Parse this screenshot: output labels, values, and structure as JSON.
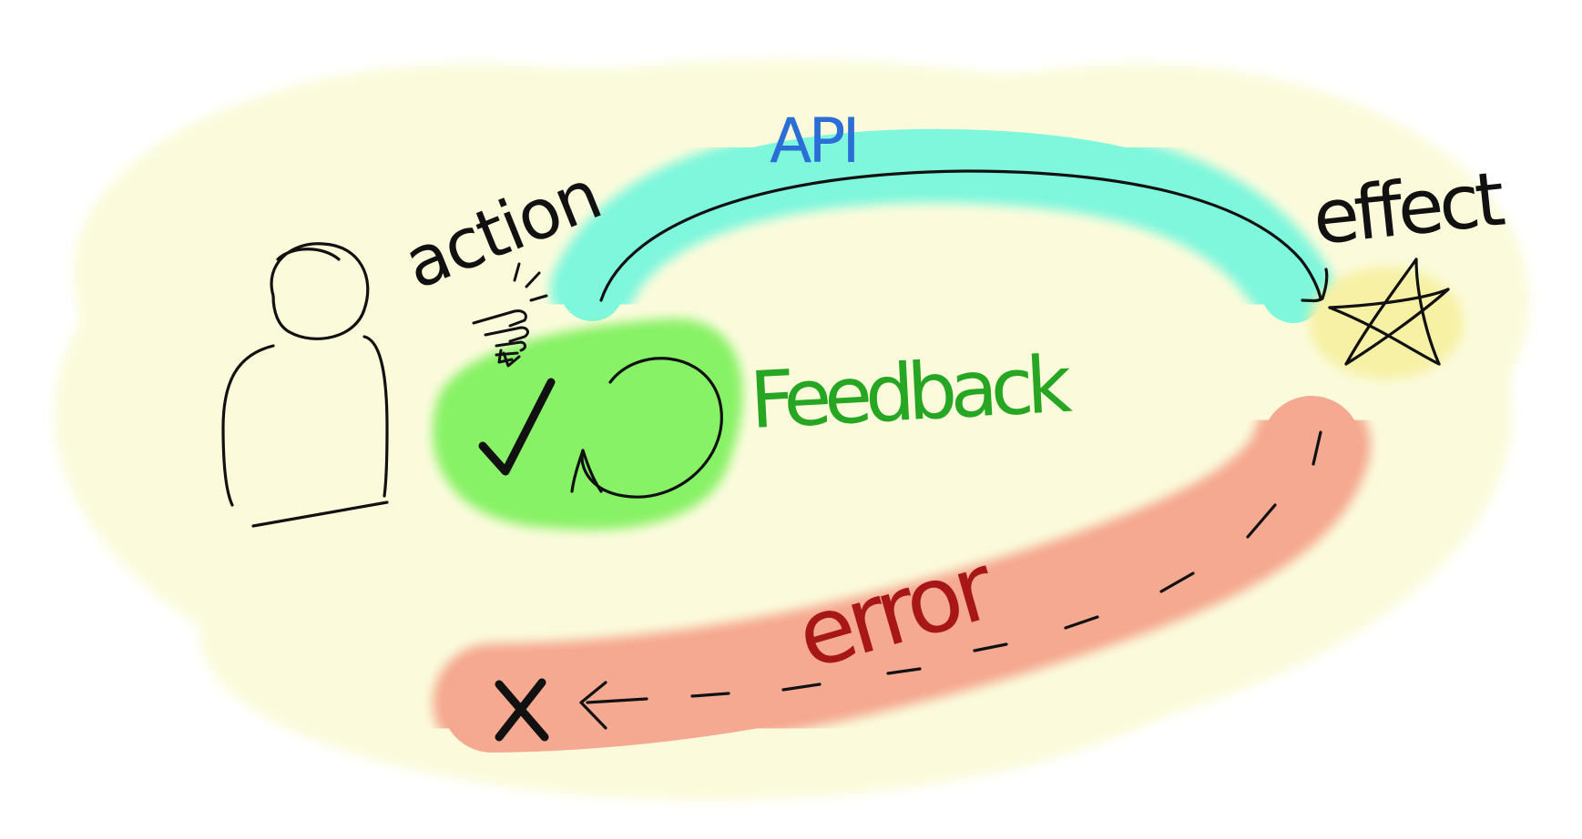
{
  "diagram": {
    "labels": {
      "action": "action",
      "api": "API",
      "effect": "effect",
      "feedback": "Feedback",
      "error": "error"
    },
    "icons": {
      "user": "person-outline-icon",
      "tap": "pointing-hand-tap-icon",
      "success": "checkmark-icon",
      "loop": "loop-arrow-icon",
      "effect": "star-burst-icon",
      "failure": "x-mark-icon"
    },
    "colors": {
      "background_wash": "#fbfbdc",
      "api_band": "#7ff7dc",
      "api_text": "#2b6fd6",
      "feedback_blob": "#88f266",
      "feedback_text": "#26a622",
      "error_band": "#f5a990",
      "error_text": "#a81717",
      "star_glow": "#f7f1a6",
      "ink": "#111111"
    }
  }
}
